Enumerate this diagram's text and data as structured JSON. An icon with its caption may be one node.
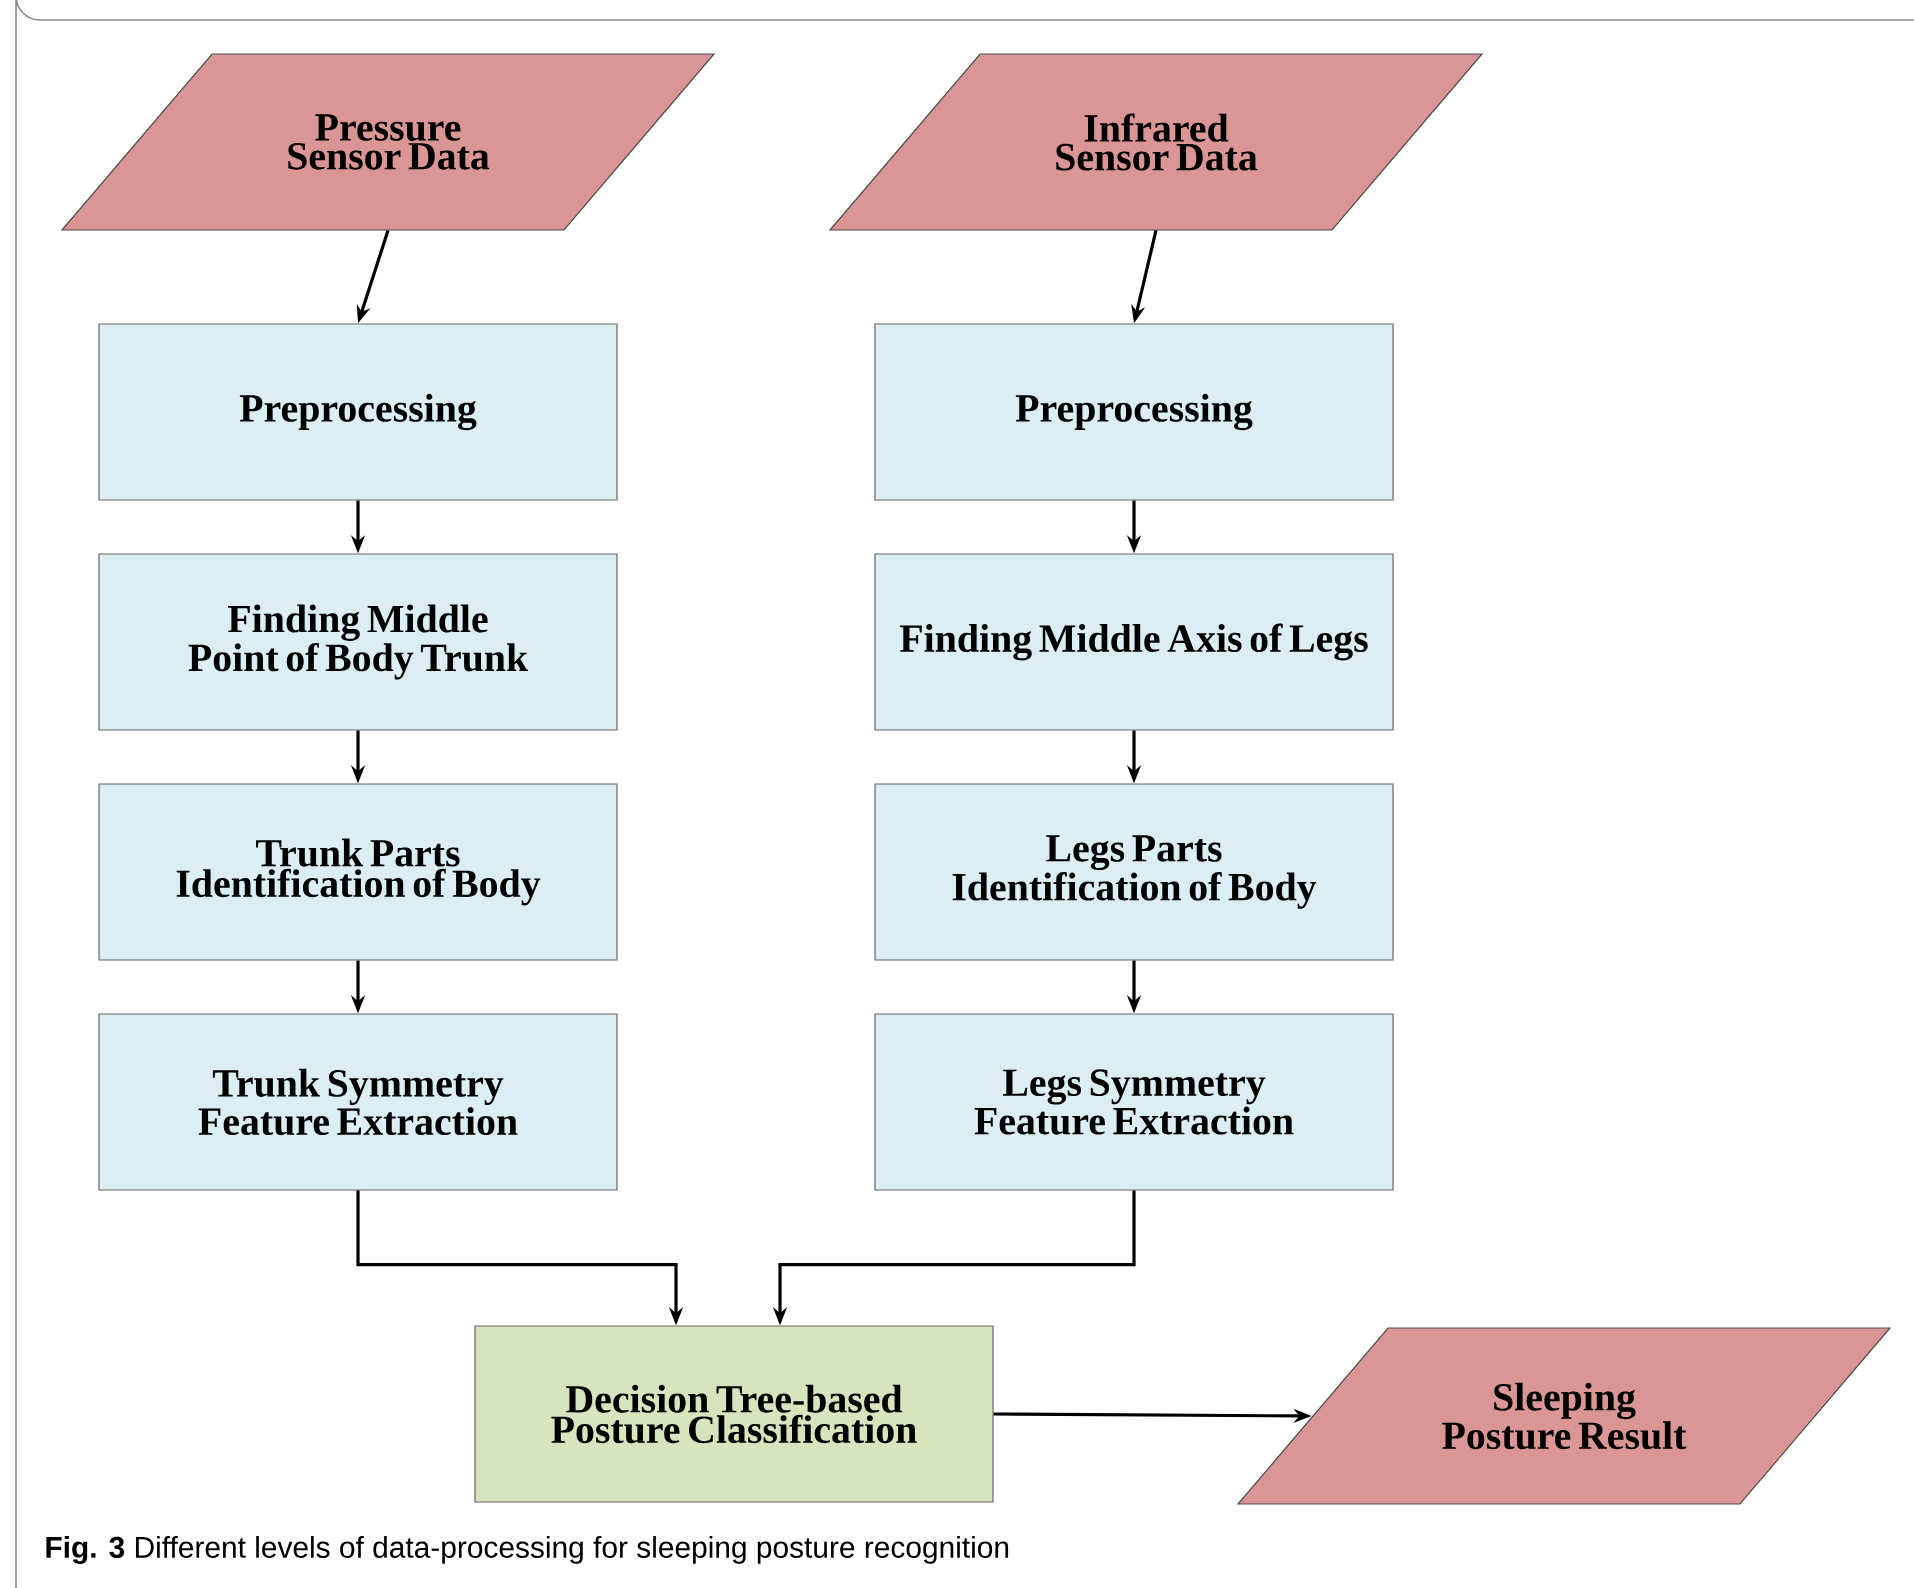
{
  "diagram": {
    "caption": "**Fig. 3** Different levels of data-processing for sleeping posture recognition",
    "nodes": [
      {
        "text": [
          "Pressure Sensor Data"
        ]
      },
      {
        "text": [
          "Infrared Sensor Data"
        ]
      },
      {
        "text": [
          "Preprocessing"
        ]
      },
      {
        "text": [
          "Preprocessing"
        ]
      },
      {
        "text": [
          "Finding Middle Point of Body Trunk"
        ]
      },
      {
        "text": [
          "Finding Middle Axis of Legs"
        ]
      },
      {
        "text": [
          "Trunk Parts Identification of Body"
        ]
      },
      {
        "text": [
          "Legs Parts Identification of Body"
        ]
      },
      {
        "text": [
          "Trunk Symmetry Feature Extraction"
        ]
      },
      {
        "text": [
          "Legs Symmetry Feature Extraction"
        ]
      },
      {
        "text": [
          "Decision Tree-based Posture Classification"
        ]
      },
      {
        "text": [
          "Sleeping Posture Result"
        ]
      }
    ],
    "edges": [
      {
        "from": 0,
        "to": 2,
        "arrow": "to"
      },
      {
        "from": 1,
        "to": 3,
        "arrow": "to"
      },
      {
        "from": 2,
        "to": 4,
        "arrow": "to"
      },
      {
        "from": 3,
        "to": 5,
        "arrow": "to"
      },
      {
        "from": 4,
        "to": 6,
        "arrow": "to"
      },
      {
        "from": 5,
        "to": 7,
        "arrow": "to"
      },
      {
        "from": 6,
        "to": 8,
        "arrow": "to"
      },
      {
        "from": 7,
        "to": 9,
        "arrow": "to"
      },
      {
        "from": 8,
        "to": 10,
        "arrow": "to"
      },
      {
        "from": 9,
        "to": 10,
        "arrow": "to"
      },
      {
        "from": 10,
        "to": 11,
        "arrow": "to"
      }
    ]
  }
}
